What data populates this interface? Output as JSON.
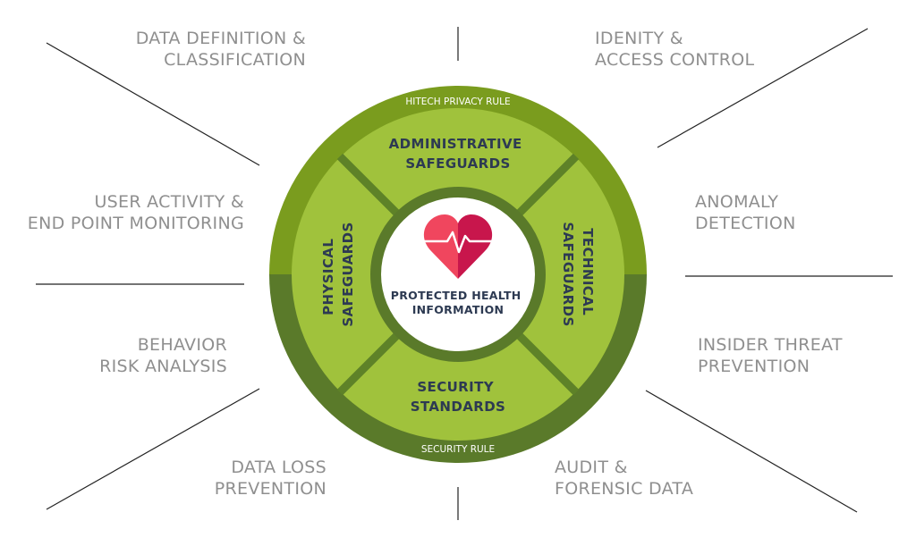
{
  "outer_labels": {
    "data_definition": "DATA DEFINITION &\nCLASSIFICATION",
    "user_activity": "USER ACTIVITY &\nEND POINT MONITORING",
    "behavior": "BEHAVIOR\nRISK ANALYSIS",
    "data_loss": "DATA LOSS\nPREVENTION",
    "identity": "IDENITY &\nACCESS CONTROL",
    "anomaly": "ANOMALY\nDETECTION",
    "insider": "INSIDER THREAT\nPREVENTION",
    "audit": "AUDIT &\nFORENSIC DATA"
  },
  "ring": {
    "top_label": "HITECH PRIVACY RULE",
    "bottom_label": "SECURITY RULE"
  },
  "segments": {
    "administrative": [
      "ADMINISTRATIVE",
      "SAFEGUARDS"
    ],
    "security": [
      "SECURITY",
      "STANDARDS"
    ],
    "physical": [
      "PHYSICAL",
      "SAFEGUARDS"
    ],
    "technical": [
      "TECHNICAL",
      "SAFEGUARDS"
    ]
  },
  "center": {
    "lines": [
      "PROTECTED HEALTH",
      "INFORMATION"
    ],
    "icon": "heart-pulse-icon"
  },
  "colors": {
    "ring_top": "#7a9c1e",
    "ring_bottom": "#5a7a2a",
    "segment_fill": "#a0c23c",
    "heart_left": "#f0465e",
    "heart_right": "#c8164c",
    "text_dark": "#2d3a52",
    "label_gray": "#8f8f8f"
  }
}
